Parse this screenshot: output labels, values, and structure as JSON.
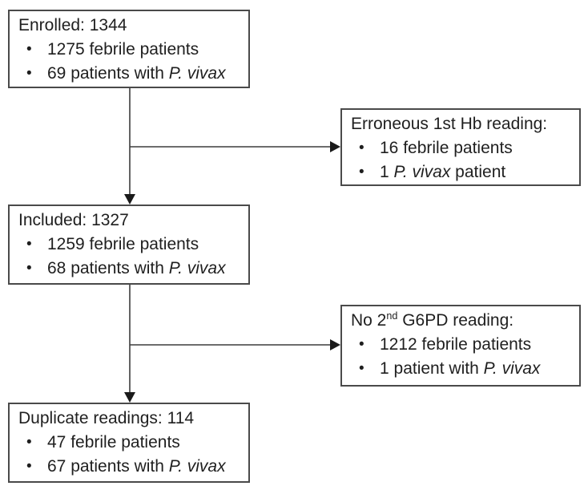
{
  "colors": {
    "box_border": "#4a4a4a",
    "text": "#1f1f1f",
    "connector": "#3d3d3d",
    "arrowhead": "#1a1a1a",
    "background": "#ffffff"
  },
  "diagram": {
    "type": "flowchart",
    "bullet_glyph": "•",
    "boxes": [
      {
        "id": "enrolled",
        "title": [
          {
            "text": "Enrolled: 1344"
          }
        ],
        "bullets": [
          [
            {
              "text": "1275 febrile patients"
            }
          ],
          [
            {
              "text": "69 patients with "
            },
            {
              "text": "P. vivax",
              "style": "italic"
            }
          ]
        ]
      },
      {
        "id": "erroneous-first-hb-reading",
        "title": [
          {
            "text": "Erroneous 1st Hb reading:"
          }
        ],
        "bullets": [
          [
            {
              "text": "16 febrile patients"
            }
          ],
          [
            {
              "text": "1 "
            },
            {
              "text": "P. vivax",
              "style": "italic"
            },
            {
              "text": " patient"
            }
          ]
        ]
      },
      {
        "id": "included",
        "title": [
          {
            "text": "Included: 1327"
          }
        ],
        "bullets": [
          [
            {
              "text": "1259 febrile patients"
            }
          ],
          [
            {
              "text": "68 patients with "
            },
            {
              "text": "P. vivax",
              "style": "italic"
            }
          ]
        ]
      },
      {
        "id": "no-second-g6pd-reading",
        "title": [
          {
            "text": "No 2"
          },
          {
            "text": "nd",
            "style": "superscript"
          },
          {
            "text": " G6PD reading:"
          }
        ],
        "bullets": [
          [
            {
              "text": "1212 febrile patients"
            }
          ],
          [
            {
              "text": "1 patient with "
            },
            {
              "text": "P. vivax",
              "style": "italic"
            }
          ]
        ]
      },
      {
        "id": "duplicate-readings",
        "title": [
          {
            "text": "Duplicate readings: 114"
          }
        ],
        "bullets": [
          [
            {
              "text": "47 febrile patients"
            }
          ],
          [
            {
              "text": "67 patients with "
            },
            {
              "text": "P. vivax",
              "style": "italic"
            }
          ]
        ]
      }
    ]
  }
}
